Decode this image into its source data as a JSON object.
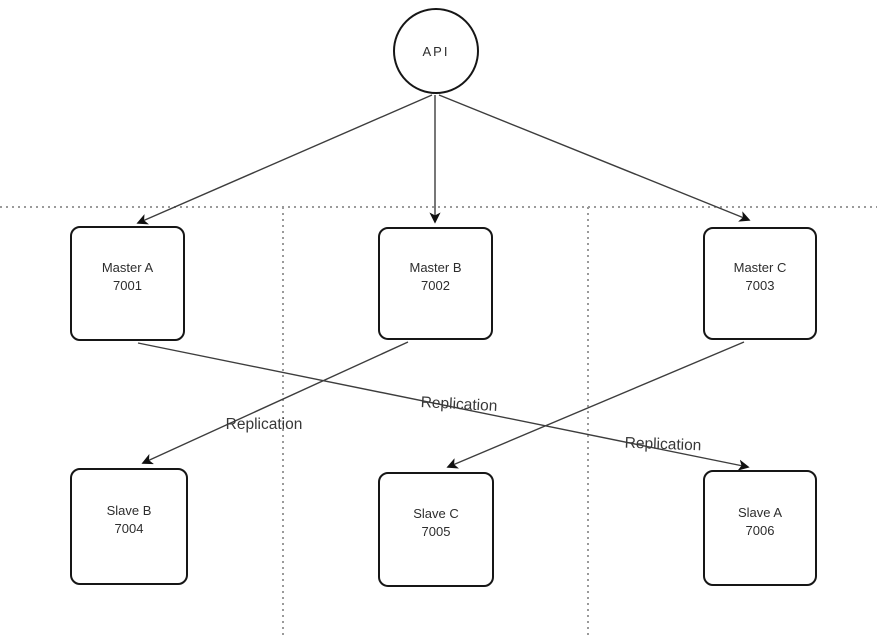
{
  "diagram": {
    "api": {
      "label": "API"
    },
    "masters": [
      {
        "name": "Master A",
        "port": "7001"
      },
      {
        "name": "Master B",
        "port": "7002"
      },
      {
        "name": "Master C",
        "port": "7003"
      }
    ],
    "slaves": [
      {
        "name": "Slave B",
        "port": "7004"
      },
      {
        "name": "Slave C",
        "port": "7005"
      },
      {
        "name": "Slave A",
        "port": "7006"
      }
    ],
    "replication_labels": [
      "Replication",
      "Replication",
      "Replication"
    ],
    "edges": [
      {
        "from": "API",
        "to": "Master A 7001"
      },
      {
        "from": "API",
        "to": "Master B 7002"
      },
      {
        "from": "API",
        "to": "Master C 7003"
      },
      {
        "from": "Master A 7001",
        "to": "Slave A 7006",
        "label": "Replication"
      },
      {
        "from": "Master B 7002",
        "to": "Slave B 7004",
        "label": "Replication"
      },
      {
        "from": "Master C 7003",
        "to": "Slave C 7005",
        "label": "Replication"
      }
    ],
    "colors": {
      "background": "#ffffff",
      "node_border": "#161616",
      "connector": "#3d3d3d",
      "guide_dotted": "#9a9a9a",
      "text": "#2d2d2d"
    }
  }
}
